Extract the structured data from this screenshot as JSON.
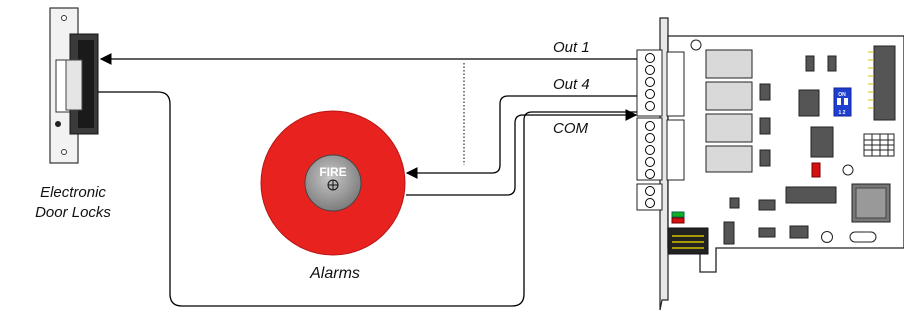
{
  "labels": {
    "door_locks_line1": "Electronic",
    "door_locks_line2": "Door Locks",
    "alarms": "Alarms",
    "fire": "FIRE",
    "out1": "Out 1",
    "out4": "Out 4",
    "com": "COM",
    "dip_on": "ON",
    "dip_numbers": "1 2"
  },
  "colors": {
    "alarm_red": "#e8231f",
    "alarm_center": "#9a9a9a",
    "dip_blue": "#1f3fd0",
    "led_red": "#d41010",
    "led_green": "#10b020",
    "board_fill": "#ffffff",
    "wire": "#000000"
  },
  "icons": {
    "door_lock": "electronic-strike-lock-icon",
    "alarm_bell": "fire-alarm-bell-icon",
    "relay_card": "relay-io-card-icon"
  }
}
